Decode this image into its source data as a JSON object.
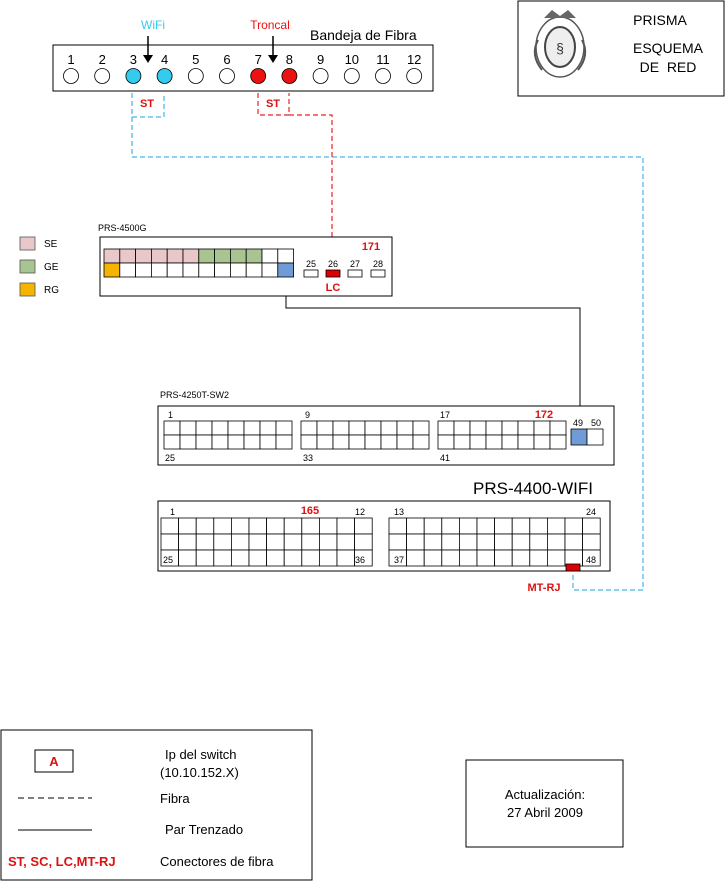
{
  "title_block": {
    "line1": "PRISMA",
    "line2": "ESQUEMA",
    "line3": "DE  RED",
    "seal": "coat-of-arms-seal"
  },
  "colors": {
    "wifi": "#33ccee",
    "troncal": "#ee1111",
    "red_text": "#dd1111",
    "se": "#e8c8c8",
    "ge": "#a8c490",
    "rg": "#f5b400",
    "blue_port": "#6f9bd6",
    "red_port": "#dd0000",
    "fiber_blue": "#44b8e8",
    "fiber_red": "#ee2222"
  },
  "fiber_tray": {
    "title": "Bandeja de Fibra",
    "wifi_label": "WiFi",
    "troncal_label": "Troncal",
    "ports": [
      "1",
      "2",
      "3",
      "4",
      "5",
      "6",
      "7",
      "8",
      "9",
      "10",
      "11",
      "12"
    ],
    "wifi_ports": [
      3,
      4
    ],
    "troncal_ports": [
      7,
      8
    ],
    "wifi_connector": "ST",
    "troncal_connector": "ST"
  },
  "legend_colors": [
    {
      "key": "se",
      "label": "SE"
    },
    {
      "key": "ge",
      "label": "GE"
    },
    {
      "key": "rg",
      "label": "RG"
    }
  ],
  "sw_4500": {
    "name": "PRS-4500G",
    "ip": "171",
    "uplinks": [
      "25",
      "26",
      "27",
      "28"
    ],
    "connector": "LC"
  },
  "sw_4250": {
    "name": "PRS-4250T-SW2",
    "ip": "172",
    "top_labels": [
      "1",
      "9",
      "17"
    ],
    "bottom_labels": [
      "25",
      "33",
      "41"
    ],
    "uplinks": [
      "49",
      "50"
    ]
  },
  "sw_4400": {
    "name": "PRS-4400-WIFI",
    "ip": "165",
    "labels": [
      "1",
      "12",
      "25",
      "36",
      "13",
      "24",
      "37",
      "48"
    ],
    "connector": "MT-RJ"
  },
  "legend": {
    "ip_box": "A",
    "ip_text_1": "Ip del switch",
    "ip_text_2": "(10.10.152.X)",
    "fibra": "Fibra",
    "par": "Par Trenzado",
    "connectors": "ST, SC, LC,MT-RJ",
    "connectors_label": "Conectores de fibra"
  },
  "update": {
    "line1": "Actualización:",
    "line2": "27 Abril 2009"
  }
}
